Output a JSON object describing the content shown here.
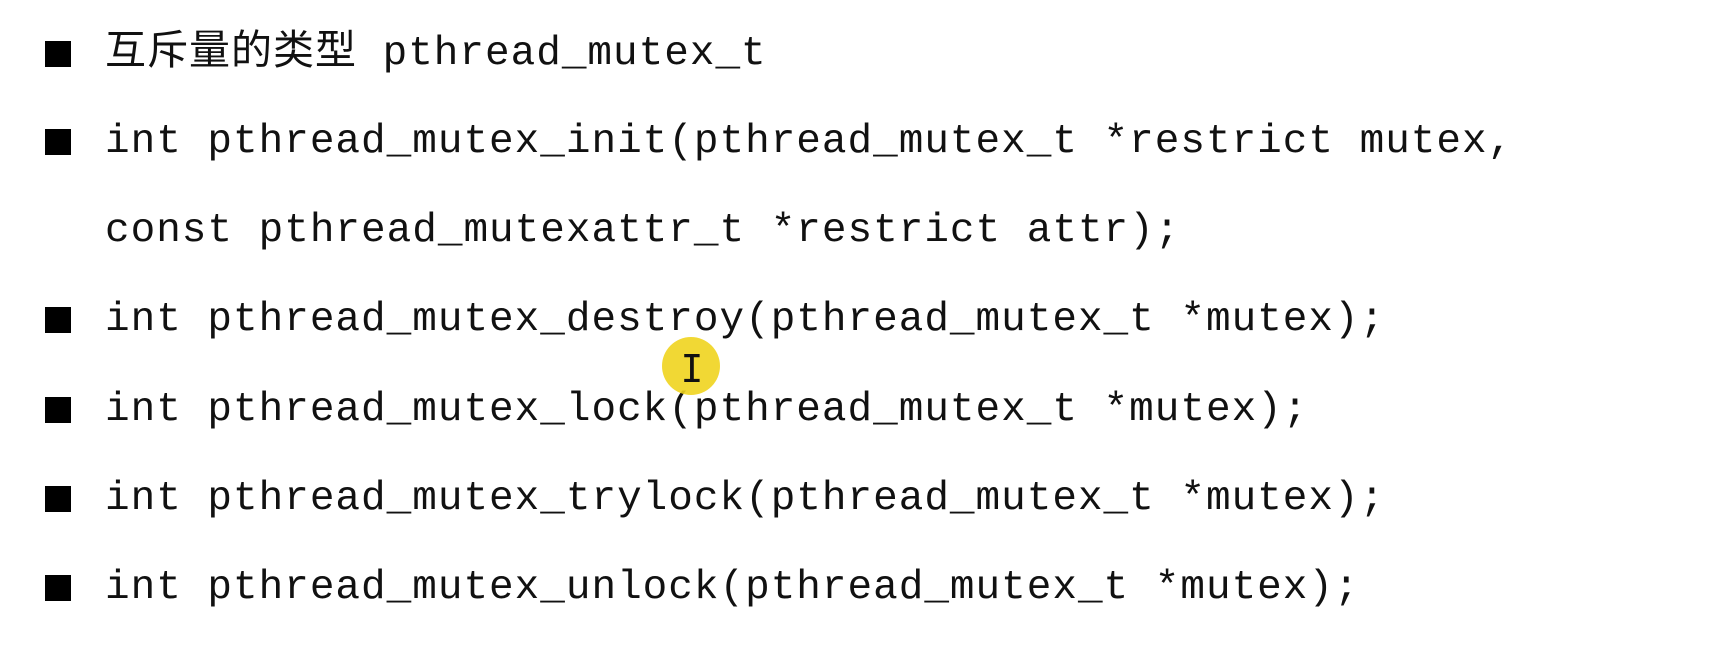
{
  "bullets": [
    {
      "text": "互斥量的类型 pthread_mutex_t",
      "has_bullet": true
    },
    {
      "text": "int pthread_mutex_init(pthread_mutex_t *restrict mutex,",
      "has_bullet": true
    },
    {
      "text": "const pthread_mutexattr_t *restrict attr);",
      "has_bullet": false
    },
    {
      "text": "int pthread_mutex_destroy(pthread_mutex_t *mutex);",
      "has_bullet": true
    },
    {
      "text": "int pthread_mutex_lock(pthread_mutex_t *mutex);",
      "has_bullet": true
    },
    {
      "text": "int pthread_mutex_trylock(pthread_mutex_t *mutex);",
      "has_bullet": true
    },
    {
      "text": "int pthread_mutex_unlock(pthread_mutex_t *mutex);",
      "has_bullet": true
    }
  ],
  "cursor": {
    "icon": "text-cursor-icon",
    "glyph": "I",
    "highlight_color": "#f0d41e"
  },
  "colors": {
    "bullet": "#000000",
    "text": "#111111",
    "background": "#ffffff"
  }
}
